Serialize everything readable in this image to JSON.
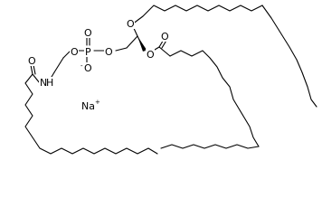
{
  "atoms": {
    "o_ether": "O",
    "o_ester_carbonyl": "O",
    "o_ester": "O",
    "o_phos_ester_left": "O",
    "o_phos_ester_right": "O",
    "p": "P",
    "o_phos_double": "O",
    "o_phos_minus": "O",
    "minus_sign": "-",
    "o_amide": "O",
    "n": "N",
    "h": "H",
    "counterion": "Na",
    "counterion_charge": "+"
  },
  "colors": {
    "bond": "#000000",
    "background": "#ffffff"
  }
}
